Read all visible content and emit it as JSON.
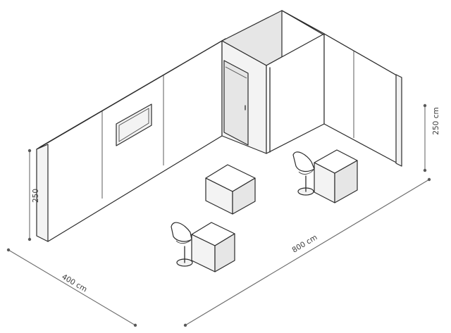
{
  "dimensions": {
    "left_height": "250",
    "right_height": "250 cm",
    "depth": "400 cm",
    "length": "800 cm"
  }
}
